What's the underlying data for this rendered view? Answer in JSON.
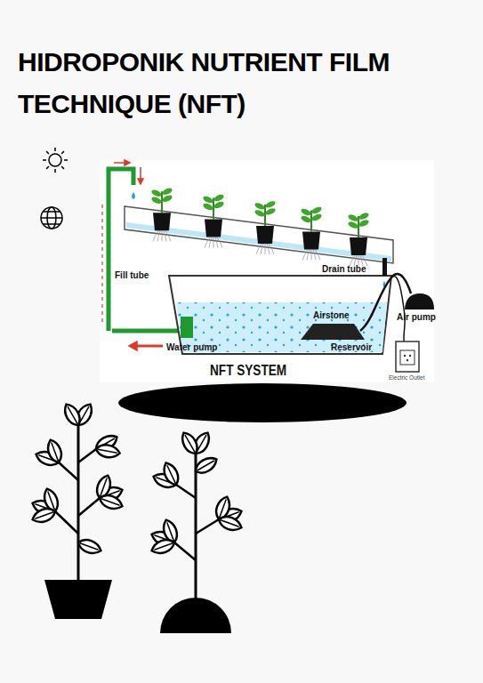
{
  "diagram": {
    "title": "HIDROPONIK NUTRIENT FILM TECHNIQUE (NFT)",
    "labels": [
      "Fill tube",
      "Drain tube",
      "Airstone",
      "Air pump",
      "Water pump",
      "Reservoir",
      "Electric Outlet",
      "NFT SYSTEM"
    ]
  }
}
